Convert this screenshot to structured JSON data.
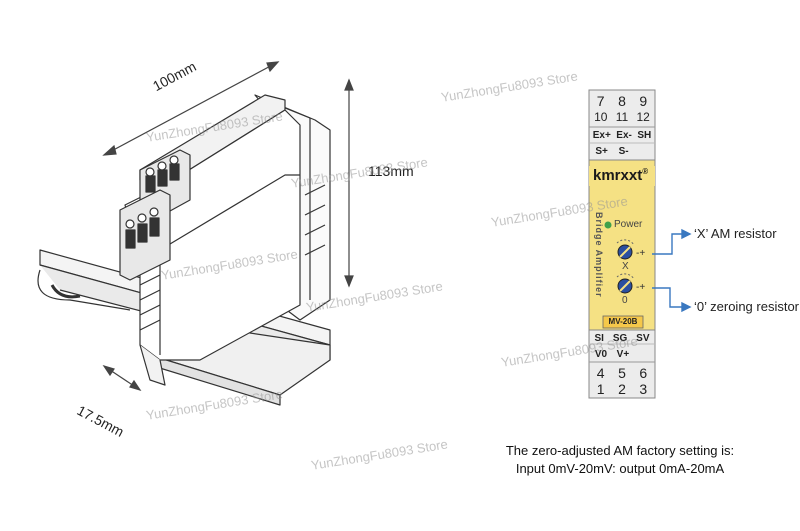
{
  "dimensions": {
    "length": "100mm",
    "height": "113mm",
    "width": "17.5mm"
  },
  "watermark": "YunZhongFu8093 Store",
  "module": {
    "brand": "kmrxxt",
    "brand_mark": "®",
    "side_label": "Bridge Amplifier",
    "power_label": "Power",
    "x_label": "X",
    "zero_label": "0",
    "model": "MV-20B",
    "top_numbers_row1": [
      "7",
      "8",
      "9"
    ],
    "top_numbers_row2": [
      "10",
      "11",
      "12"
    ],
    "top_terms_row1": [
      "Ex+",
      "Ex-",
      "SH"
    ],
    "top_terms_row2": [
      "S+",
      "S-",
      ""
    ],
    "bottom_terms_row1": [
      "SI",
      "SG",
      "SV"
    ],
    "bottom_terms_row2": [
      "V0",
      "V+",
      ""
    ],
    "bottom_numbers_row1": [
      "4",
      "5",
      "6"
    ],
    "bottom_numbers_row2": [
      "1",
      "2",
      "3"
    ]
  },
  "callouts": {
    "x_resistor": "‘X’ AM resistor",
    "zero_resistor": "‘0’ zeroing resistor"
  },
  "caption": {
    "line1": "The zero-adjusted AM factory setting is:",
    "line2": "Input 0mV-20mV: output 0mA-20mA"
  },
  "colors": {
    "module_yellow": "#f5e184",
    "module_gray": "#ececec",
    "arrow_blue": "#3a78c0",
    "power_led": "#3fa04a"
  }
}
